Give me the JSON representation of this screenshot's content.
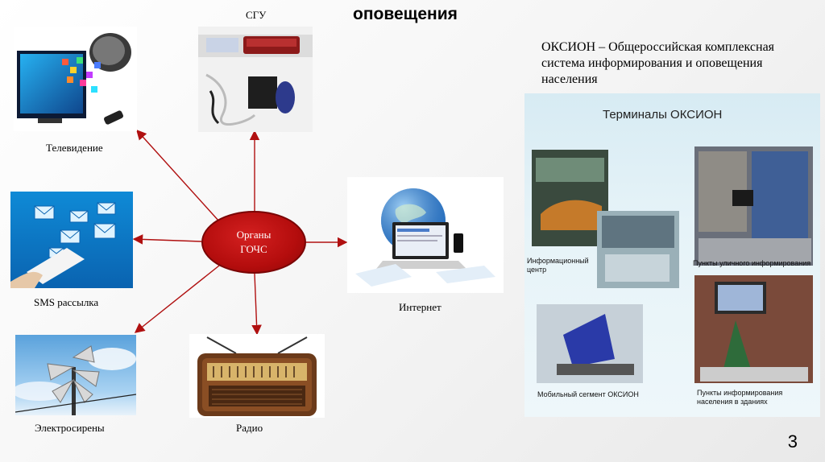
{
  "slide": {
    "title_fragment": "оповещения",
    "page_number": "3"
  },
  "center_node": {
    "line1": "Органы",
    "line2": "ГОЧС",
    "color": "#b40d0d"
  },
  "arrow_color": "#b01010",
  "nodes": [
    {
      "id": "tv",
      "label": "Телевидение"
    },
    {
      "id": "sgu",
      "label": "СГУ"
    },
    {
      "id": "sms",
      "label": "SMS рассылка"
    },
    {
      "id": "internet",
      "label": "Интернет"
    },
    {
      "id": "sirens",
      "label": "Электросирены"
    },
    {
      "id": "radio",
      "label": "Радио"
    }
  ],
  "oksion": {
    "description": "ОКСИОН – Общероссийская комплексная система информирования и оповещения населения",
    "image_title": "Терминалы ОКСИОН",
    "labels": {
      "info_center": "Информационный центр",
      "street": "Пункты уличного информирования",
      "mobile": "Мобильный сегмент ОКСИОН",
      "buildings": "Пункты информирования населения в зданиях"
    }
  }
}
